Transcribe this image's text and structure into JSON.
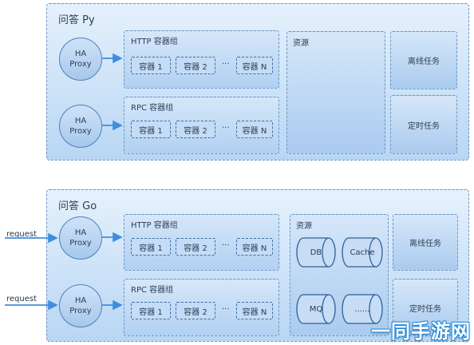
{
  "py": {
    "title": "问答 Py",
    "ha1": {
      "line1": "HA",
      "line2": "Proxy"
    },
    "ha2": {
      "line1": "HA",
      "line2": "Proxy"
    },
    "http": {
      "title": "HTTP 容器组",
      "c1": "容器 1",
      "c2": "容器 2",
      "ellipsis": "···",
      "cn": "容器 N"
    },
    "rpc": {
      "title": "RPC 容器组",
      "c1": "容器 1",
      "c2": "容器 2",
      "ellipsis": "···",
      "cn": "容器 N"
    },
    "resources": {
      "title": "资源"
    },
    "offline_task": "离线任务",
    "timed_task": "定时任务"
  },
  "go": {
    "title": "问答 Go",
    "request1": "request",
    "request2": "request",
    "ha1": {
      "line1": "HA",
      "line2": "Proxy"
    },
    "ha2": {
      "line1": "HA",
      "line2": "Proxy"
    },
    "http": {
      "title": "HTTP 容器组",
      "c1": "容器 1",
      "c2": "容器 2",
      "ellipsis": "···",
      "cn": "容器 N"
    },
    "rpc": {
      "title": "RPC 容器组",
      "c1": "容器 1",
      "c2": "容器 2",
      "ellipsis": "···",
      "cn": "容器 N"
    },
    "resources": {
      "title": "资源",
      "db": "DB",
      "cache": "Cache",
      "mq": "MQ",
      "more": "......"
    },
    "offline_task": "离线任务",
    "timed_task": "定时任务"
  },
  "watermark": "一同手游网",
  "colors": {
    "panel_border": "#6b95c4",
    "arrow": "#3f8de0",
    "text": "#2c3e55"
  }
}
